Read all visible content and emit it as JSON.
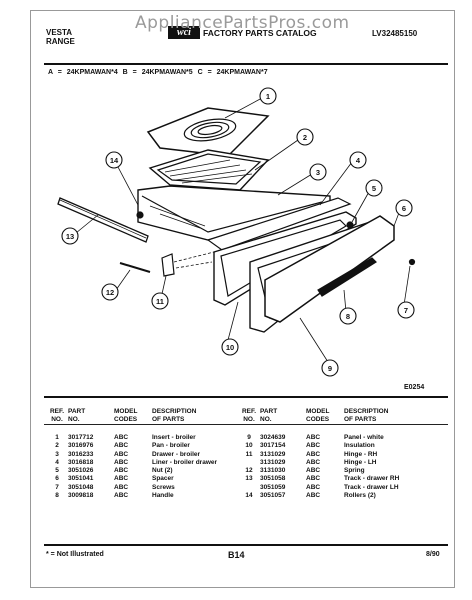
{
  "header": {
    "brand_line1": "VESTA",
    "brand_line2": "RANGE",
    "catalog_title": "FACTORY PARTS CATALOG",
    "catalog_number": "LV32485150",
    "watermark": "AppliancePartsPros.com"
  },
  "models_line": "A = 24KPMAWAN*4   B = 24KPMAWAN*5   C = 24KPMAWAN*7",
  "diagram": {
    "callouts": [
      "1",
      "2",
      "3",
      "4",
      "5",
      "6",
      "7",
      "8",
      "9",
      "10",
      "11",
      "12",
      "13",
      "14"
    ],
    "figure_code": "E0254"
  },
  "table": {
    "headers": {
      "ref": [
        "REF.",
        "NO."
      ],
      "part": [
        "PART",
        "NO."
      ],
      "model": [
        "MODEL",
        "CODES"
      ],
      "desc": [
        "DESCRIPTION",
        "OF PARTS"
      ]
    },
    "left_rows": [
      {
        "ref": "1",
        "part": "3017712",
        "codes": "ABC",
        "desc": "Insert - broiler"
      },
      {
        "ref": "2",
        "part": "3016976",
        "codes": "ABC",
        "desc": "Pan - broiler"
      },
      {
        "ref": "3",
        "part": "3016233",
        "codes": "ABC",
        "desc": "Drawer - broiler"
      },
      {
        "ref": "4",
        "part": "3016818",
        "codes": "ABC",
        "desc": "Liner - broiler drawer"
      },
      {
        "ref": "5",
        "part": "3051026",
        "codes": "ABC",
        "desc": "Nut (2)"
      },
      {
        "ref": "6",
        "part": "3051041",
        "codes": "ABC",
        "desc": "Spacer"
      },
      {
        "ref": "7",
        "part": "3051048",
        "codes": "ABC",
        "desc": "Screws"
      },
      {
        "ref": "8",
        "part": "3009818",
        "codes": "ABC",
        "desc": "Handle"
      }
    ],
    "right_rows": [
      {
        "ref": "9",
        "part": "3024639",
        "codes": "ABC",
        "desc": "Panel - white"
      },
      {
        "ref": "10",
        "part": "3017154",
        "codes": "ABC",
        "desc": "Insulation"
      },
      {
        "ref": "11",
        "part": "3131029",
        "codes": "ABC",
        "desc": "Hinge - RH"
      },
      {
        "ref": "",
        "part": "3131029",
        "codes": "ABC",
        "desc": "Hinge - LH"
      },
      {
        "ref": "12",
        "part": "3131030",
        "codes": "ABC",
        "desc": "Spring"
      },
      {
        "ref": "13",
        "part": "3051058",
        "codes": "ABC",
        "desc": "Track - drawer RH"
      },
      {
        "ref": "",
        "part": "3051059",
        "codes": "ABC",
        "desc": "Track - drawer LH"
      },
      {
        "ref": "14",
        "part": "3051057",
        "codes": "ABC",
        "desc": "Rollers (2)"
      }
    ]
  },
  "footer": {
    "note": "* = Not Illustrated",
    "page": "B14",
    "date": "8/90"
  }
}
